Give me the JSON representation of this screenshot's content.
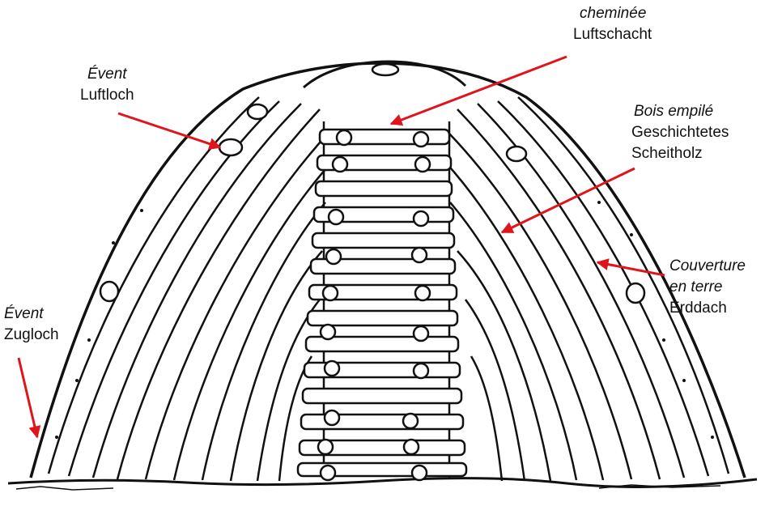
{
  "labels": {
    "chimney": {
      "fr": "cheminée",
      "de": "Luftschacht"
    },
    "vent_top": {
      "fr": "Évent",
      "de": "Luftloch"
    },
    "stacked_wood": {
      "fr": "Bois empilé",
      "de_line1": "Geschichtetes",
      "de_line2": "Scheitholz"
    },
    "earth_cover": {
      "fr_line1": "Couverture",
      "fr_line2": "en terre",
      "de": "Erddach"
    },
    "vent_bottom": {
      "fr": "Évent",
      "de": "Zugloch"
    }
  },
  "colors": {
    "arrow": "#e0141b",
    "ink": "#111111",
    "background": "#ffffff"
  }
}
